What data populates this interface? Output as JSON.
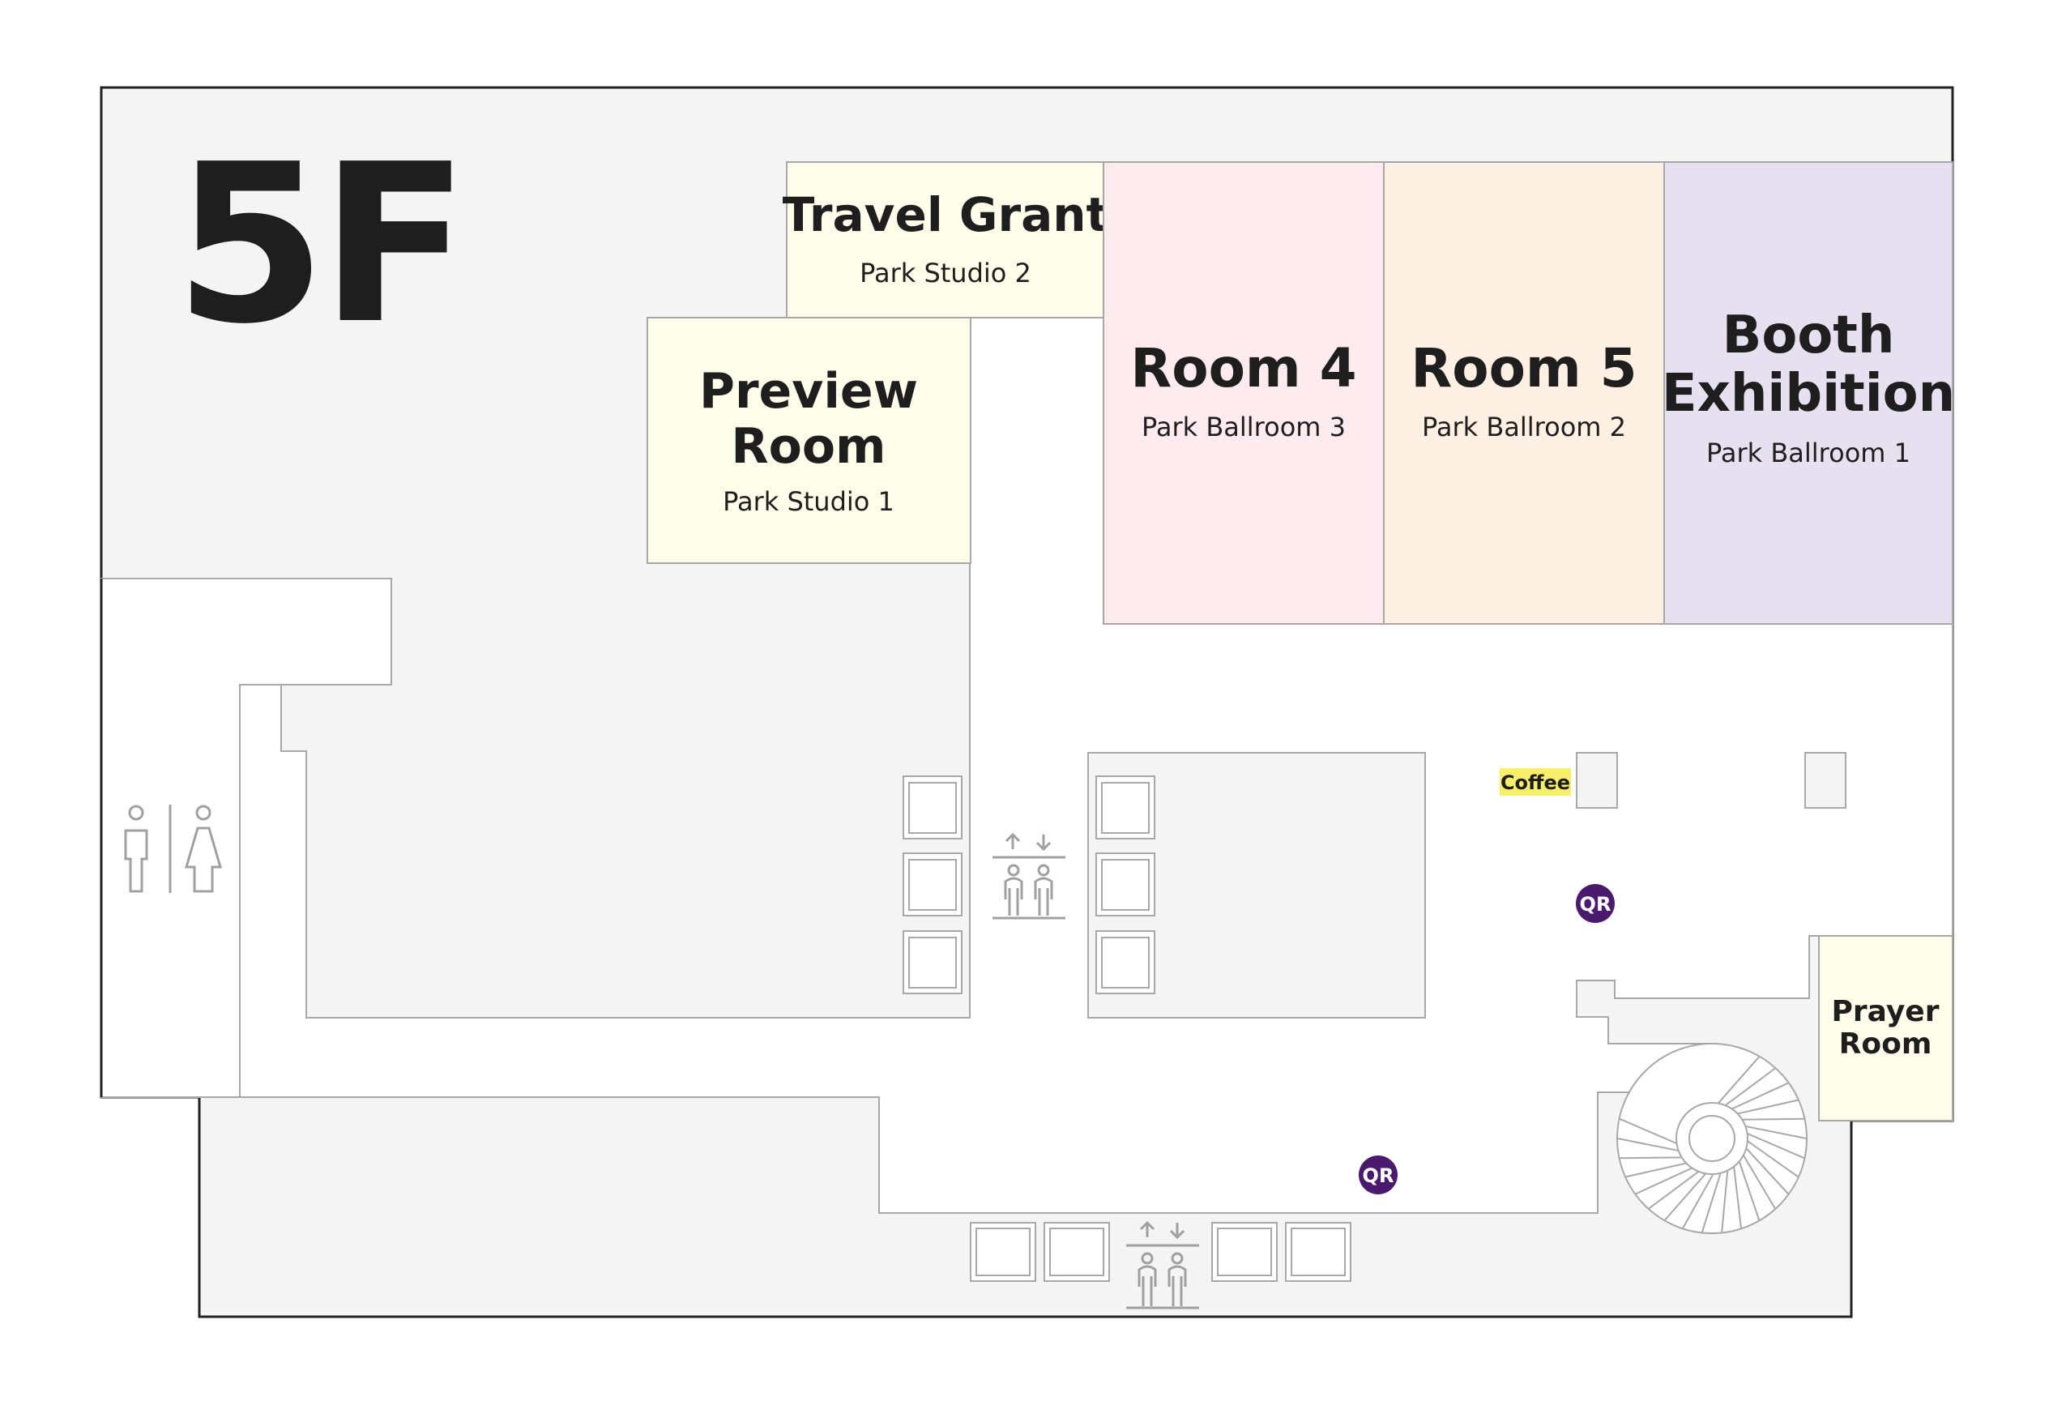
{
  "floor": "5F",
  "colors": {
    "background": "#ffffff",
    "floor_fill": "#f4f4f4",
    "wall": "#a8a8a8",
    "outline": "#222222",
    "room_yellow": "#fdfde9",
    "room_pink": "#fdebef",
    "room_peach": "#fef1e3",
    "room_lavender": "#e7e0f1",
    "qr_purple": "#4a1a6e",
    "coffee_highlight": "#f7ee6a",
    "icon_gray": "#a0a0a0"
  },
  "rooms": [
    {
      "title_lines": [
        "Travel Grant"
      ],
      "subtitle": "Park Studio 2"
    },
    {
      "title_lines": [
        "Preview",
        "Room"
      ],
      "subtitle": "Park Studio 1"
    },
    {
      "title_lines": [
        "Room 4"
      ],
      "subtitle": "Park Ballroom 3"
    },
    {
      "title_lines": [
        "Room 5"
      ],
      "subtitle": "Park Ballroom 2"
    },
    {
      "title_lines": [
        "Booth",
        "Exhibition"
      ],
      "subtitle": "Park Ballroom 1"
    },
    {
      "title_lines": [
        "Prayer",
        "Room"
      ],
      "subtitle": ""
    }
  ],
  "coffee_label": "Coffee",
  "qr_label": "QR",
  "icons": [
    "restroom-icon",
    "elevator-icon",
    "elevator-icon",
    "spiral-staircase-icon",
    "qr-code-marker-icon",
    "qr-code-marker-icon"
  ]
}
